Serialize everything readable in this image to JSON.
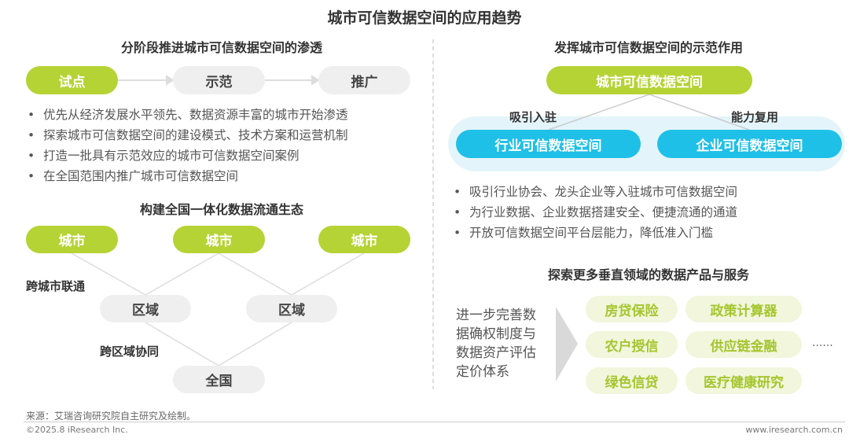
{
  "title": "城市可信数据空间的应用趋势",
  "left": {
    "subtitle1": "分阶段推进城市可信数据空间的渗透",
    "stages": [
      "试点",
      "示范",
      "推广"
    ],
    "bullets": [
      "优先从经济发展水平领先、数据资源丰富的城市开始渗透",
      "探索城市可信数据空间的建设模式、技术方案和运营机制",
      "打造一批具有示范效应的城市可信数据空间案例",
      "在全国范围内推广城市可信数据空间"
    ],
    "subtitle2": "构建全国一体化数据流通生态",
    "cities": [
      "城市",
      "城市",
      "城市"
    ],
    "regions": [
      "区域",
      "区域"
    ],
    "nation": "全国",
    "label_city": "跨城市联通",
    "label_region": "跨区域协同"
  },
  "right": {
    "subtitle1": "发挥城市可信数据空间的示范作用",
    "top": "城市可信数据空间",
    "label_left": "吸引入驻",
    "label_right": "能力复用",
    "industry": "行业可信数据空间",
    "enterprise": "企业可信数据空间",
    "bullets": [
      "吸引行业协会、龙头企业等入驻城市可信数据空间",
      "为行业数据、企业数据搭建安全、便捷流通的通道",
      "开放可信数据空间平台层能力，降低准入门槛"
    ],
    "subtitle2": "探索更多垂直领域的数据产品与服务",
    "desc": [
      "进一步完善数",
      "据确权制度与",
      "数据资产评估",
      "定价体系"
    ],
    "products": [
      "房贷保险",
      "政策计算器",
      "农户授信",
      "供应链金融",
      "绿色信贷",
      "医疗健康研究"
    ],
    "ellipsis": "......"
  },
  "footer": {
    "source": "来源：艾瑞咨询研究院自主研究及绘制。",
    "copyright": "©2025.8 iResearch Inc.",
    "url": "www.iresearch.com.cn"
  },
  "colors": {
    "green": "#b5d334",
    "cyan": "#1fc0e8",
    "light_gray": "#efefef",
    "light_green": "#f1f6dc"
  }
}
